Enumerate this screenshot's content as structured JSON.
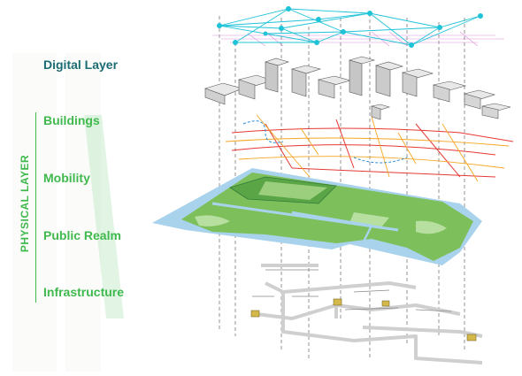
{
  "labels": {
    "digital_layer": "Digital Layer",
    "physical_layer": "PHYSICAL LAYER",
    "buildings": "Buildings",
    "mobility": "Mobility",
    "public_realm": "Public Realm",
    "infrastructure": "Infrastructure"
  },
  "colors": {
    "digital_text": "#1b6b73",
    "physical_text": "#3fb94e",
    "network_line": "#1fc3d8",
    "network_grid": "#cc66cc",
    "mobility_primary": "#e53935",
    "mobility_secondary": "#f6a623",
    "mobility_transit": "#2b8fd6",
    "water": "#a9d3ec",
    "green": "#7dbf5a",
    "infrastructure_pipe": "#cfcfcf",
    "infrastructure_node": "#d4b84a"
  }
}
